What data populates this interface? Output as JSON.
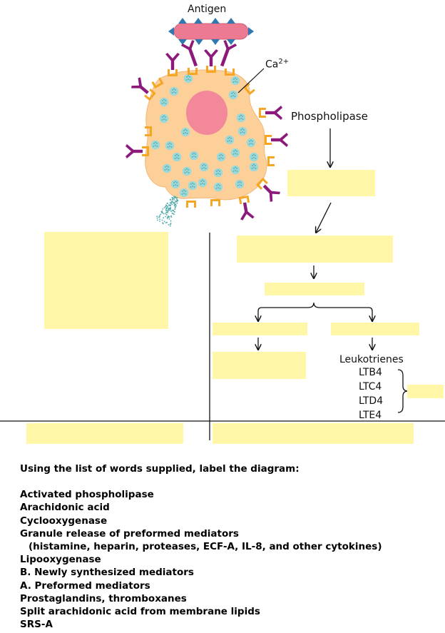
{
  "labels": {
    "antigen": "Antigen",
    "calcium": "Ca",
    "calcium_sup": "2+",
    "phospholipase": "Phospholipase",
    "leukotrienes": "Leukotrienes",
    "lt_items": [
      "LTB4",
      "LTC4",
      "LTD4",
      "LTE4"
    ]
  },
  "instructions": {
    "title": "Using the list of words supplied, label the diagram:",
    "words": [
      "Activated phospholipase",
      "Arachidonic acid",
      "Cyclooxygenase",
      "Granule release of preformed mediators",
      "(histamine, heparin, proteases, ECF-A, IL-8, and other cytokines)",
      "Lipooxygenase",
      "B. Newly synthesized mediators",
      "A. Preformed mediators",
      "Prostaglandins, thromboxanes",
      "Split arachidonic acid from membrane lipids",
      "SRS-A"
    ]
  },
  "colors": {
    "label_box": "#fff6a8",
    "cell_body": "#fdd09a",
    "nucleus": "#f2889a",
    "granule": "#9fd8d8",
    "granule_dot": "#4aa8a8",
    "receptor": "#f5a623",
    "antibody": "#8b1a7a",
    "antigen_body": "#ec7a93",
    "antigen_spike": "#2f78b0"
  }
}
